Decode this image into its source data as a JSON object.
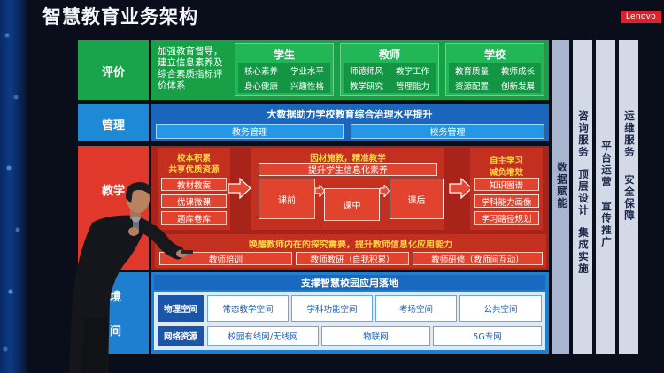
{
  "title": "智慧教育业务架构",
  "logo": "Lenovo",
  "colors": {
    "slide_background": "#0a0e1b",
    "evaluation_green": "#19a44b",
    "management_blue": "#1e8ad6",
    "teaching_red": "#e0392b",
    "environment_blue": "#1e7fd0",
    "highlight_yellow": "#ffd447",
    "side_panel_grey": "#d3d9e6",
    "logo_red": "#d9232c"
  },
  "rows": {
    "evaluation": {
      "label": "评价",
      "intro_lines": [
        "加强教育督导，",
        "建立信息素养及",
        "综合素质指标评",
        "价体系"
      ],
      "groups": [
        {
          "title": "学生",
          "items": [
            "核心素养",
            "学业水平",
            "身心健康",
            "兴趣性格"
          ]
        },
        {
          "title": "教师",
          "items": [
            "师德师风",
            "教学工作",
            "教学研究",
            "管理能力"
          ]
        },
        {
          "title": "学校",
          "items": [
            "教育质量",
            "教师成长",
            "资源配置",
            "创新发展"
          ]
        }
      ]
    },
    "management": {
      "label": "管理",
      "headline": "大数据助力学校教育综合治理水平提升",
      "items": [
        "教务管理",
        "校务管理"
      ]
    },
    "teaching": {
      "label": "教学",
      "resources": {
        "heading_lines": [
          "校本积累",
          "共享优质资源"
        ],
        "items": [
          "教材教案",
          "优课微课",
          "题库卷库"
        ]
      },
      "precision": {
        "heading": "因材施教，精准教学",
        "banner": "提升学生信息化素养",
        "stages": [
          "课前",
          "课中",
          "课后"
        ]
      },
      "self_study": {
        "heading_lines": [
          "自主学习",
          "减负增效"
        ],
        "items": [
          "知识图谱",
          "学科能力画像",
          "学习路径规划"
        ]
      },
      "teacher_growth": {
        "heading": "唤醒教师内在的探究需要，提升教师信息化应用能力",
        "items": [
          "教师培训",
          "教师教研（自我积累）",
          "教师研修（教师间互动）"
        ]
      }
    },
    "environment": {
      "label_fragments": [
        "境",
        "间"
      ],
      "headline": "支撑智慧校园应用落地",
      "physical": {
        "label": "物理空间",
        "items": [
          "常态教学空间",
          "学科功能空间",
          "考场空间",
          "公共空间"
        ]
      },
      "network": {
        "label": "网络资源",
        "items": [
          "校园有线网/无线网",
          "物联网",
          "5G专网"
        ]
      }
    }
  },
  "side": {
    "data_column": "数据赋能",
    "columns": [
      [
        "咨询服务",
        "顶层设计",
        "集成实施"
      ],
      [
        "平台运营",
        "宣传推广"
      ],
      [
        "运维服务",
        "安全保障"
      ]
    ]
  }
}
